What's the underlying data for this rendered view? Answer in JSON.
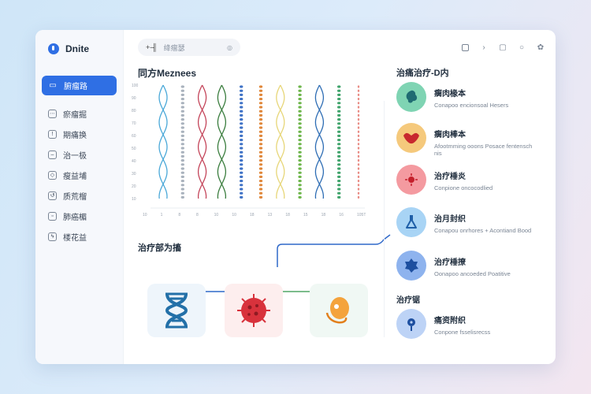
{
  "app": {
    "name": "Dnite"
  },
  "sidebar": {
    "items": [
      {
        "label": "腑瘤路",
        "active": true
      },
      {
        "label": "瘀瘤掘"
      },
      {
        "label": "期痛换"
      },
      {
        "label": "治一极"
      },
      {
        "label": "瘦益埔"
      },
      {
        "label": "质荒榴"
      },
      {
        "label": "肺癌楣"
      },
      {
        "label": "楼花益"
      }
    ]
  },
  "search": {
    "leading": "+-╢",
    "placeholder": "绛瘤瑟",
    "trailing": "◎"
  },
  "chart": {
    "title": "同方Meznees",
    "ylabels": [
      "100",
      "90",
      "80",
      "70",
      "60",
      "50",
      "40",
      "30",
      "20",
      "10"
    ],
    "xlabels": [
      "10",
      "1",
      "8",
      "8",
      "10",
      "10",
      "18",
      "13",
      "18",
      "15",
      "18",
      "16",
      "105T"
    ]
  },
  "flow": {
    "title": "治疗部为搐",
    "colors": {
      "left": "#2e68c9",
      "middle": "#2e68c9",
      "right": "#73c06e"
    }
  },
  "right_panel": {
    "title": "治痛治疗-D内",
    "items": [
      {
        "name": "瘸肉椽本",
        "desc": "Conapoo encionsoal Hesers",
        "color": "#7fd4b3",
        "icon": "stem-cell-icon"
      },
      {
        "name": "瘸肉棒本",
        "desc": "Afootmming ooons Posace fentensch nis",
        "color": "#f5c97c",
        "icon": "tumor-icon"
      },
      {
        "name": "治疗棰炎",
        "desc": "Conpione oncocodlied",
        "color": "#f49aa0",
        "icon": "virus-icon"
      },
      {
        "name": "治月封织",
        "desc": "Conapou onrhores + Acontiand Bood",
        "color": "#a8d4f5",
        "icon": "flask-icon"
      },
      {
        "name": "治疗棰撩",
        "desc": "Oonapoo ancoeded Poatitive",
        "color": "#8eb3ee",
        "icon": "cell-icon"
      }
    ],
    "sub_title": "治疗锯",
    "sub_item": {
      "name": "痛资附织",
      "desc": "Conpone fsselisrecss",
      "color": "#bdd3f6",
      "icon": "microbe-icon"
    }
  }
}
